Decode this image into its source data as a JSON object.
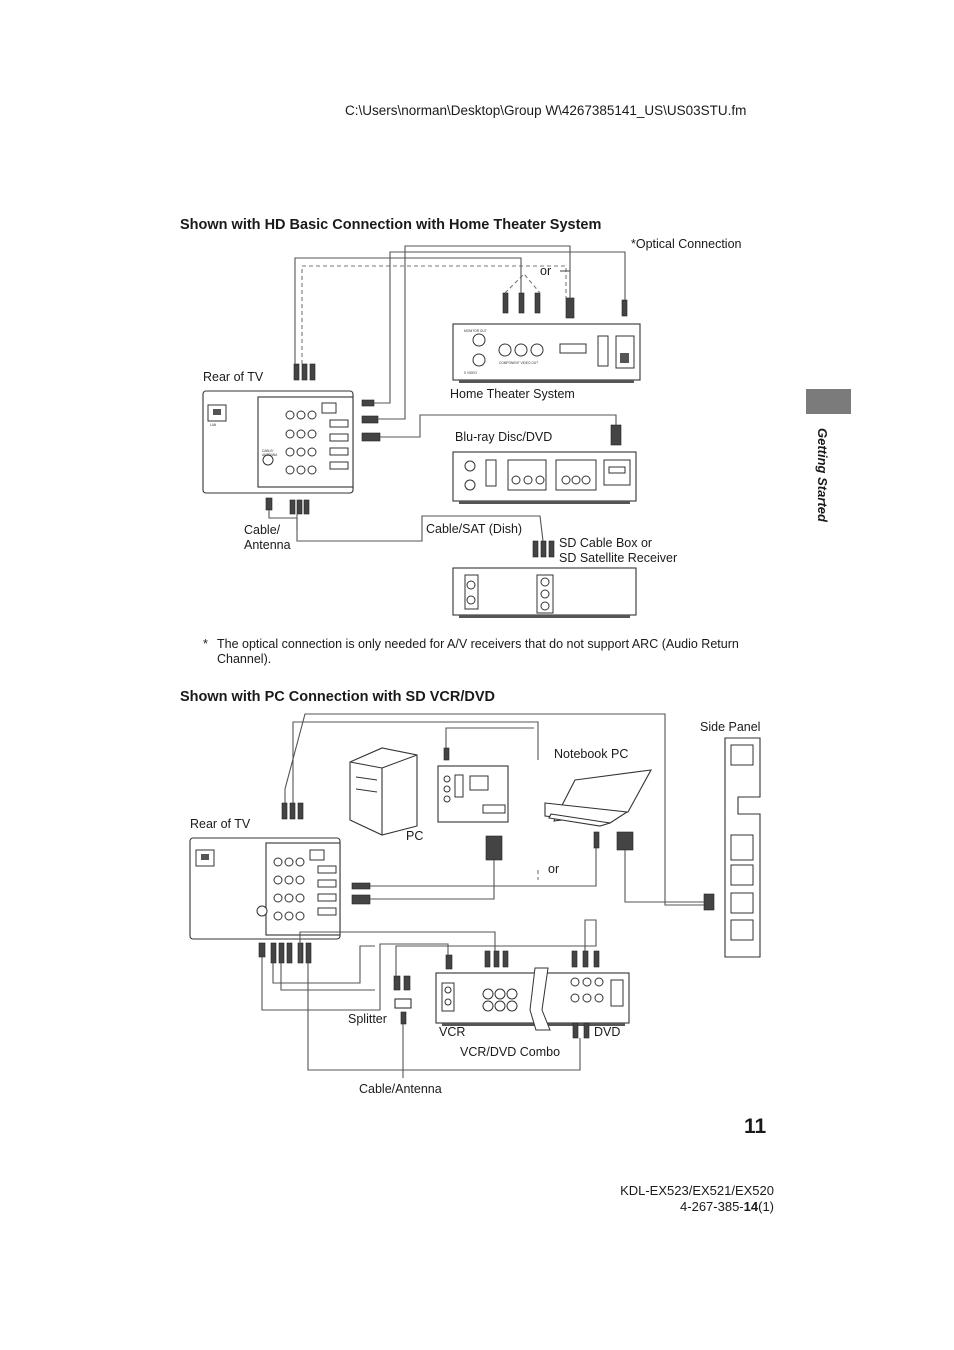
{
  "header": {
    "file_path": "C:\\Users\\norman\\Desktop\\Group W\\4267385141_US\\US03STU.fm"
  },
  "side_tab": {
    "label": "Getting Started",
    "color": "#7b7b7b"
  },
  "section1": {
    "title": "Shown with HD Basic Connection with Home Theater System",
    "labels": {
      "optical_connection": "*Optical Connection",
      "or": "or",
      "rear_of_tv": "Rear of TV",
      "home_theater_system": "Home Theater System",
      "blu_ray": "Blu-ray Disc/DVD",
      "cable_antenna_line1": "Cable/",
      "cable_antenna_line2": "Antenna",
      "cable_sat": "Cable/SAT (Dish)",
      "sd_box_line1": "SD Cable Box or",
      "sd_box_line2": "SD Satellite Receiver"
    },
    "footnote": {
      "marker": "*",
      "text": "The optical connection is only needed for A/V receivers that do not support ARC (Audio Return Channel)."
    }
  },
  "section2": {
    "title": "Shown with PC Connection with SD VCR/DVD",
    "labels": {
      "side_panel": "Side Panel",
      "notebook_pc": "Notebook PC",
      "rear_of_tv": "Rear of TV",
      "pc": "PC",
      "or": "or",
      "splitter": "Splitter",
      "vcr": "VCR",
      "dvd": "DVD",
      "combo": "VCR/DVD Combo",
      "cable_antenna": "Cable/Antenna"
    }
  },
  "footer": {
    "page_number": "11",
    "model": "KDL-EX523/EX521/EX520",
    "code_prefix": "4-267-385-",
    "code_bold": "14",
    "code_suffix": "(1)"
  }
}
